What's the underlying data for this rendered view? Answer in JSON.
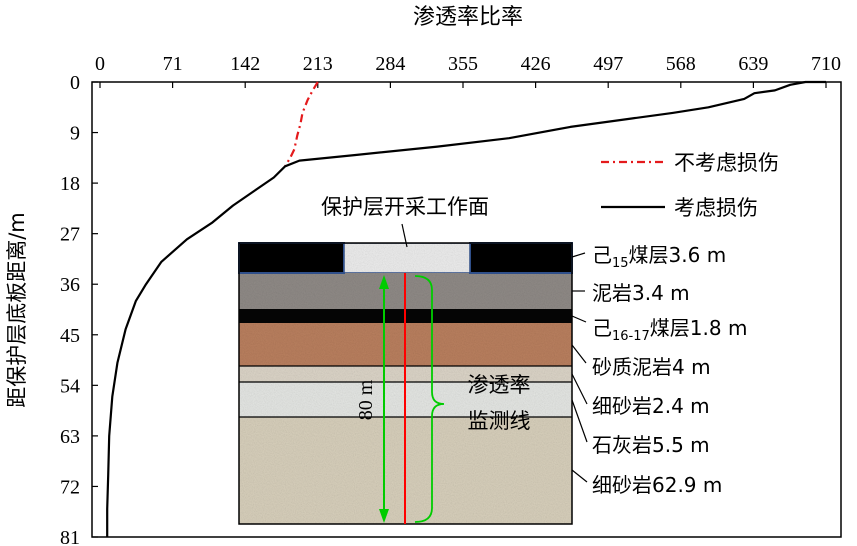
{
  "chart_data": {
    "type": "line",
    "title": "",
    "xlabel": "渗透率比率",
    "ylabel": "距保护层底板距离/m",
    "x_axis_position": "top",
    "y_axis_inverted": true,
    "xlim": [
      0,
      710
    ],
    "ylim": [
      0,
      81
    ],
    "x_ticks": [
      "0",
      "71",
      "142",
      "213",
      "284",
      "355",
      "426",
      "497",
      "568",
      "639",
      "710"
    ],
    "y_ticks": [
      "0",
      "9",
      "18",
      "27",
      "36",
      "45",
      "54",
      "63",
      "72",
      "81"
    ],
    "grid": false,
    "legend_position": "right",
    "series": [
      {
        "name": "不考虑损伤",
        "color": "#e41a1c",
        "dash": "dashdot",
        "points": [
          [
            213,
            0
          ],
          [
            208,
            1.5
          ],
          [
            203,
            3.2
          ],
          [
            198,
            5.5
          ],
          [
            196,
            7.5
          ],
          [
            193,
            9.5
          ],
          [
            190,
            12
          ],
          [
            186,
            13.5
          ],
          [
            181,
            15
          ]
        ]
      },
      {
        "name": "考虑损伤",
        "color": "#000000",
        "dash": "solid",
        "points": [
          [
            710,
            0
          ],
          [
            690,
            0
          ],
          [
            675,
            0.5
          ],
          [
            660,
            1.5
          ],
          [
            640,
            2
          ],
          [
            630,
            3
          ],
          [
            595,
            4.5
          ],
          [
            560,
            5.5
          ],
          [
            520,
            6.5
          ],
          [
            460,
            8
          ],
          [
            400,
            10
          ],
          [
            330,
            11.5
          ],
          [
            250,
            13
          ],
          [
            195,
            14
          ],
          [
            181,
            15
          ],
          [
            170,
            17
          ],
          [
            150,
            19.5
          ],
          [
            130,
            22
          ],
          [
            110,
            25
          ],
          [
            85,
            28
          ],
          [
            60,
            32
          ],
          [
            45,
            36
          ],
          [
            35,
            39
          ],
          [
            25,
            44
          ],
          [
            17,
            50
          ],
          [
            12,
            56
          ],
          [
            9,
            63
          ],
          [
            8,
            70
          ],
          [
            7,
            76
          ],
          [
            7,
            81
          ]
        ]
      }
    ],
    "annotations": {
      "workface_label": "保护层开采工作面",
      "monitor_label_1": "渗透率",
      "monitor_label_2": "监测线",
      "distance_label": "80 m"
    },
    "strata": [
      {
        "name": "己",
        "sub": "15",
        "suffix": "煤层3.6 m",
        "color": "#000000"
      },
      {
        "name": "泥岩3.4 m",
        "sub": "",
        "suffix": "",
        "color": "#8f8a86"
      },
      {
        "name": "己",
        "sub": "16-17",
        "suffix": "煤层1.8 m",
        "color": "#050505"
      },
      {
        "name": "砂质泥岩4 m",
        "sub": "",
        "suffix": "",
        "color": "#b97f5e"
      },
      {
        "name": "细砂岩2.4 m",
        "sub": "",
        "suffix": "",
        "color": "#d9d2c4"
      },
      {
        "name": "石灰岩5.5 m",
        "sub": "",
        "suffix": "",
        "color": "#e3e5e2"
      },
      {
        "name": "细砂岩62.9 m",
        "sub": "",
        "suffix": "",
        "color": "#d6cdb9"
      }
    ]
  }
}
